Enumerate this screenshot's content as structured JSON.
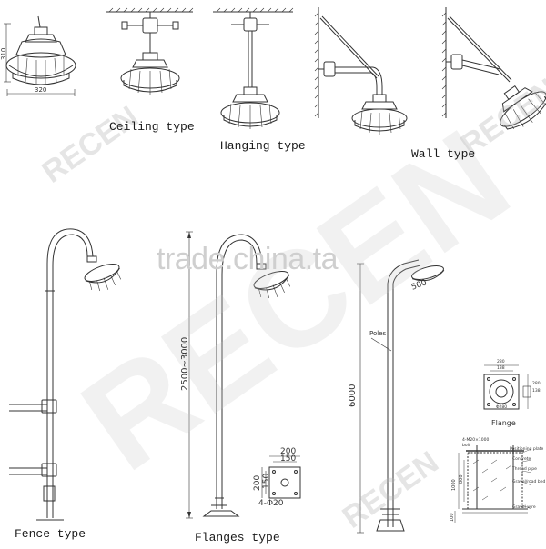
{
  "captions": {
    "ceiling": "Ceiling type",
    "hanging": "Hanging type",
    "wall": "Wall type",
    "fence": "Fence type",
    "flanges": "Flanges type"
  },
  "dimensions": {
    "lamp_height": "310",
    "lamp_width": "320",
    "pole_range": "2500~3000",
    "pole_height": "6000",
    "arm_length": "500",
    "flange_w1": "200",
    "flange_w2": "150",
    "flange_h1": "200",
    "flange_h2": "150",
    "flange_holes": "4-Φ20",
    "flange_top1": "280",
    "flange_top2": "138",
    "flange_top3": "Φ280",
    "flange_side1": "280",
    "flange_side2": "138"
  },
  "labels": {
    "poles": "Poles",
    "flange": "Flange",
    "bolt_spec": "4-M20×1000",
    "bolt": "bolt",
    "positioning_plate": "Positioning plate",
    "concrete": "Concrete",
    "thread_pipe": "Thread pipe",
    "gravel": "Gravel/road bed",
    "gravel_wire": "Gravel wire",
    "fdn_1": "1000",
    "fdn_2": "800",
    "fdn_3": "100"
  },
  "watermarks": {
    "trade": "trade.china.ta",
    "brand": "RECEN"
  }
}
